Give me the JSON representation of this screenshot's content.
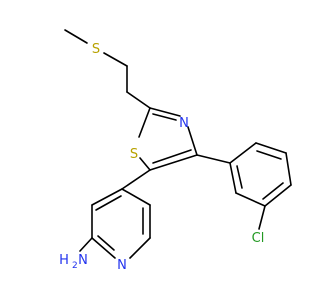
{
  "colors": {
    "carbon_bond": "#000000",
    "sulfur": "#b8a200",
    "nitrogen": "#2233ee",
    "chlorine": "#229922"
  },
  "atoms": {
    "sulfur_thioether": "S",
    "sulfur_ring": "S",
    "nitrogen_thiazole": "N",
    "chlorine": "Cl",
    "nitrogen_pyridine": "N",
    "amine_h": "H",
    "amine_h_count": "2",
    "amine_n": "N"
  }
}
